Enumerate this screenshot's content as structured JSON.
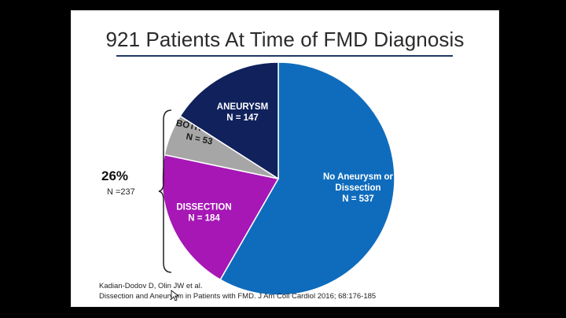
{
  "slide": {
    "title": "921 Patients At Time of FMD Diagnosis",
    "bracket_percent": "26%",
    "bracket_n": "N =237",
    "citation_line1": "Kadian-Dodov D, Olin JW et al.",
    "citation_line2": "Dissection and Aneurysm in Patients with FMD. J Am Coll Cardiol 2016; 68:176-185"
  },
  "chart_data": {
    "type": "pie",
    "total": 921,
    "slices": [
      {
        "label": "No Aneurysm or Dissection",
        "label_lines": [
          "No Aneurysm or",
          "Dissection",
          "N = 537"
        ],
        "value": 537,
        "color": "#0f6cbd",
        "text": "light"
      },
      {
        "label": "DISSECTION",
        "label_lines": [
          "DISSECTION",
          "N = 184"
        ],
        "value": 184,
        "color": "#a617b5",
        "text": "light"
      },
      {
        "label": "BOTH A & D",
        "label_lines": [
          "BOTH A & D",
          "N = 53"
        ],
        "value": 53,
        "color": "#a6a6a6",
        "text": "dark"
      },
      {
        "label": "ANEURYSM",
        "label_lines": [
          "ANEURYSM",
          "N = 147"
        ],
        "value": 147,
        "color": "#10215c",
        "text": "light"
      }
    ]
  }
}
